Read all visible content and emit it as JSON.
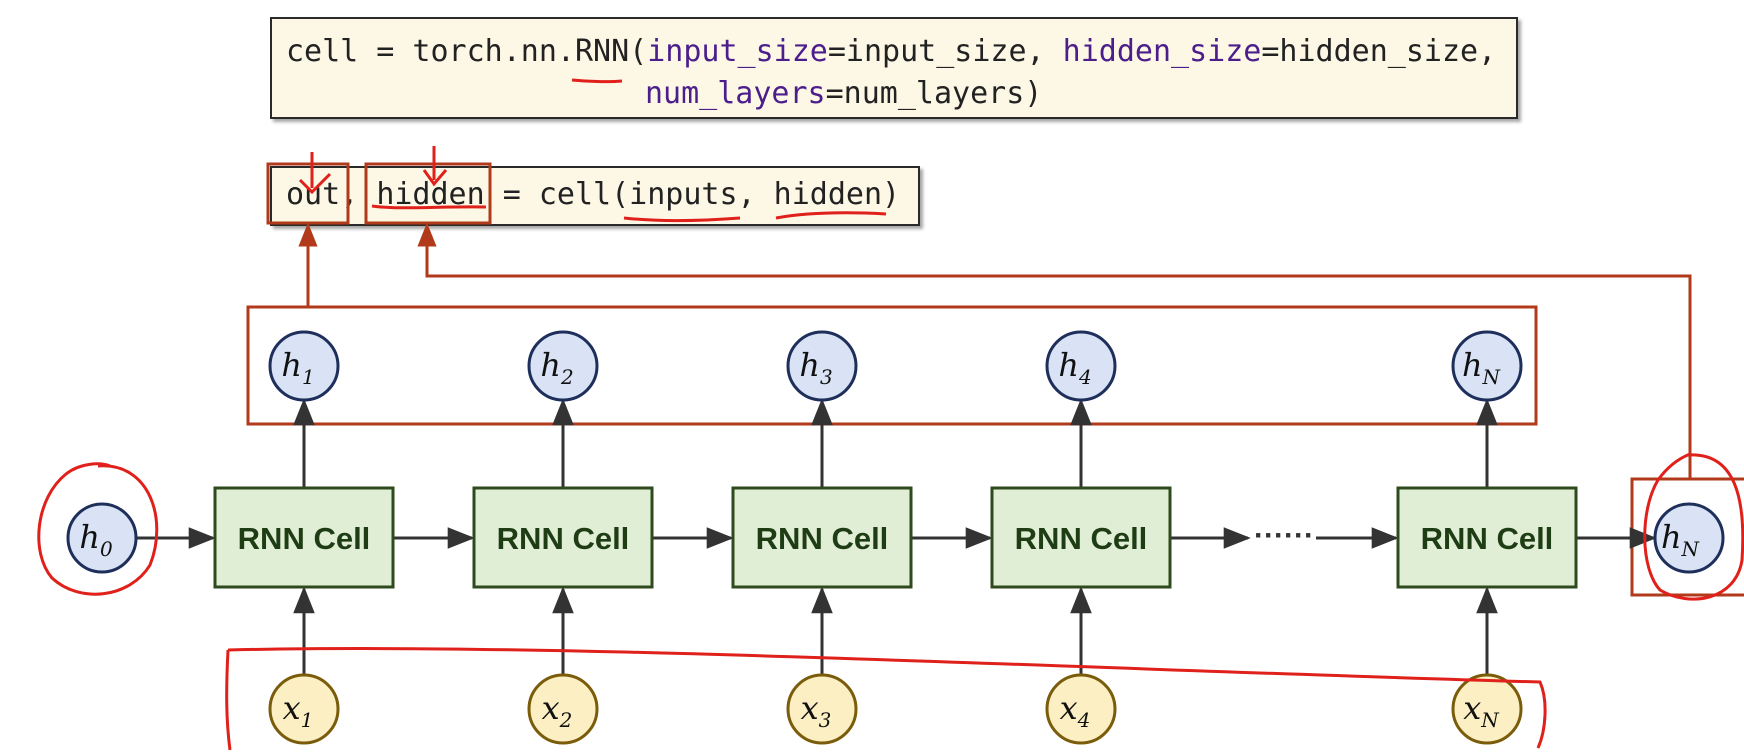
{
  "code": {
    "line1_ident": "cell",
    "line1_eq": " = torch.nn.RNN(",
    "line1_kw1": "input_size",
    "line1_val1": "=input_size, ",
    "line1_kw2": "hidden_size",
    "line1_val2": "=hidden_size,",
    "line2_kw": "num_layers",
    "line2_val": "=num_layers)",
    "call_out": "out",
    "call_comma": ", ",
    "call_hidden": "hidden",
    "call_rest": " = cell(inputs, hidden)"
  },
  "diagram": {
    "cell_label": "RNN Cell",
    "ellipsis": "······",
    "h0": {
      "base": "h",
      "sub": "0"
    },
    "hN_final": {
      "base": "h",
      "sub": "N"
    },
    "hidden_nodes": [
      {
        "base": "h",
        "sub": "1"
      },
      {
        "base": "h",
        "sub": "2"
      },
      {
        "base": "h",
        "sub": "3"
      },
      {
        "base": "h",
        "sub": "4"
      },
      {
        "base": "h",
        "sub": "N"
      }
    ],
    "input_nodes": [
      {
        "base": "x",
        "sub": "1"
      },
      {
        "base": "x",
        "sub": "2"
      },
      {
        "base": "x",
        "sub": "3"
      },
      {
        "base": "x",
        "sub": "4"
      },
      {
        "base": "x",
        "sub": "N"
      }
    ]
  },
  "colors": {
    "cell_fill": "#e1eed6",
    "cell_stroke": "#2e4a1e",
    "hidden_fill": "#d9e3f5",
    "hidden_stroke": "#1f2f5c",
    "input_fill": "#fbefc3",
    "input_stroke": "#7a5c0a",
    "highlight": "#b03a1a",
    "annotation": "#e0201a",
    "arrow": "#333333"
  }
}
